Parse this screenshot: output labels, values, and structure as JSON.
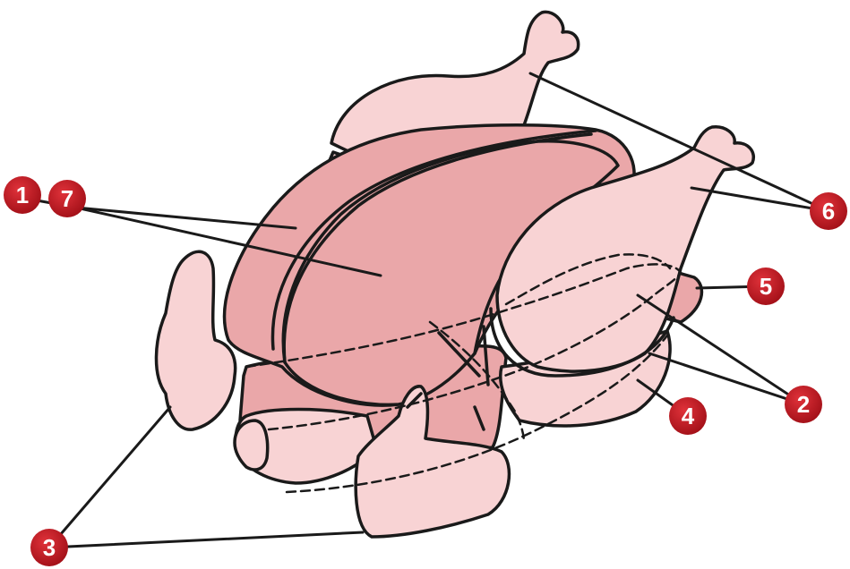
{
  "diagram": {
    "colors": {
      "outline": "#1a1a1a",
      "light_meat": "#f8d3d4",
      "dark_meat": "#eaa7a9",
      "badge": "#b8141e",
      "badge_text": "#ffffff"
    },
    "labels": [
      {
        "id": "1",
        "text": "1"
      },
      {
        "id": "7",
        "text": "7"
      },
      {
        "id": "6",
        "text": "6"
      },
      {
        "id": "5",
        "text": "5"
      },
      {
        "id": "2",
        "text": "2"
      },
      {
        "id": "4",
        "text": "4"
      },
      {
        "id": "3",
        "text": "3"
      }
    ]
  }
}
